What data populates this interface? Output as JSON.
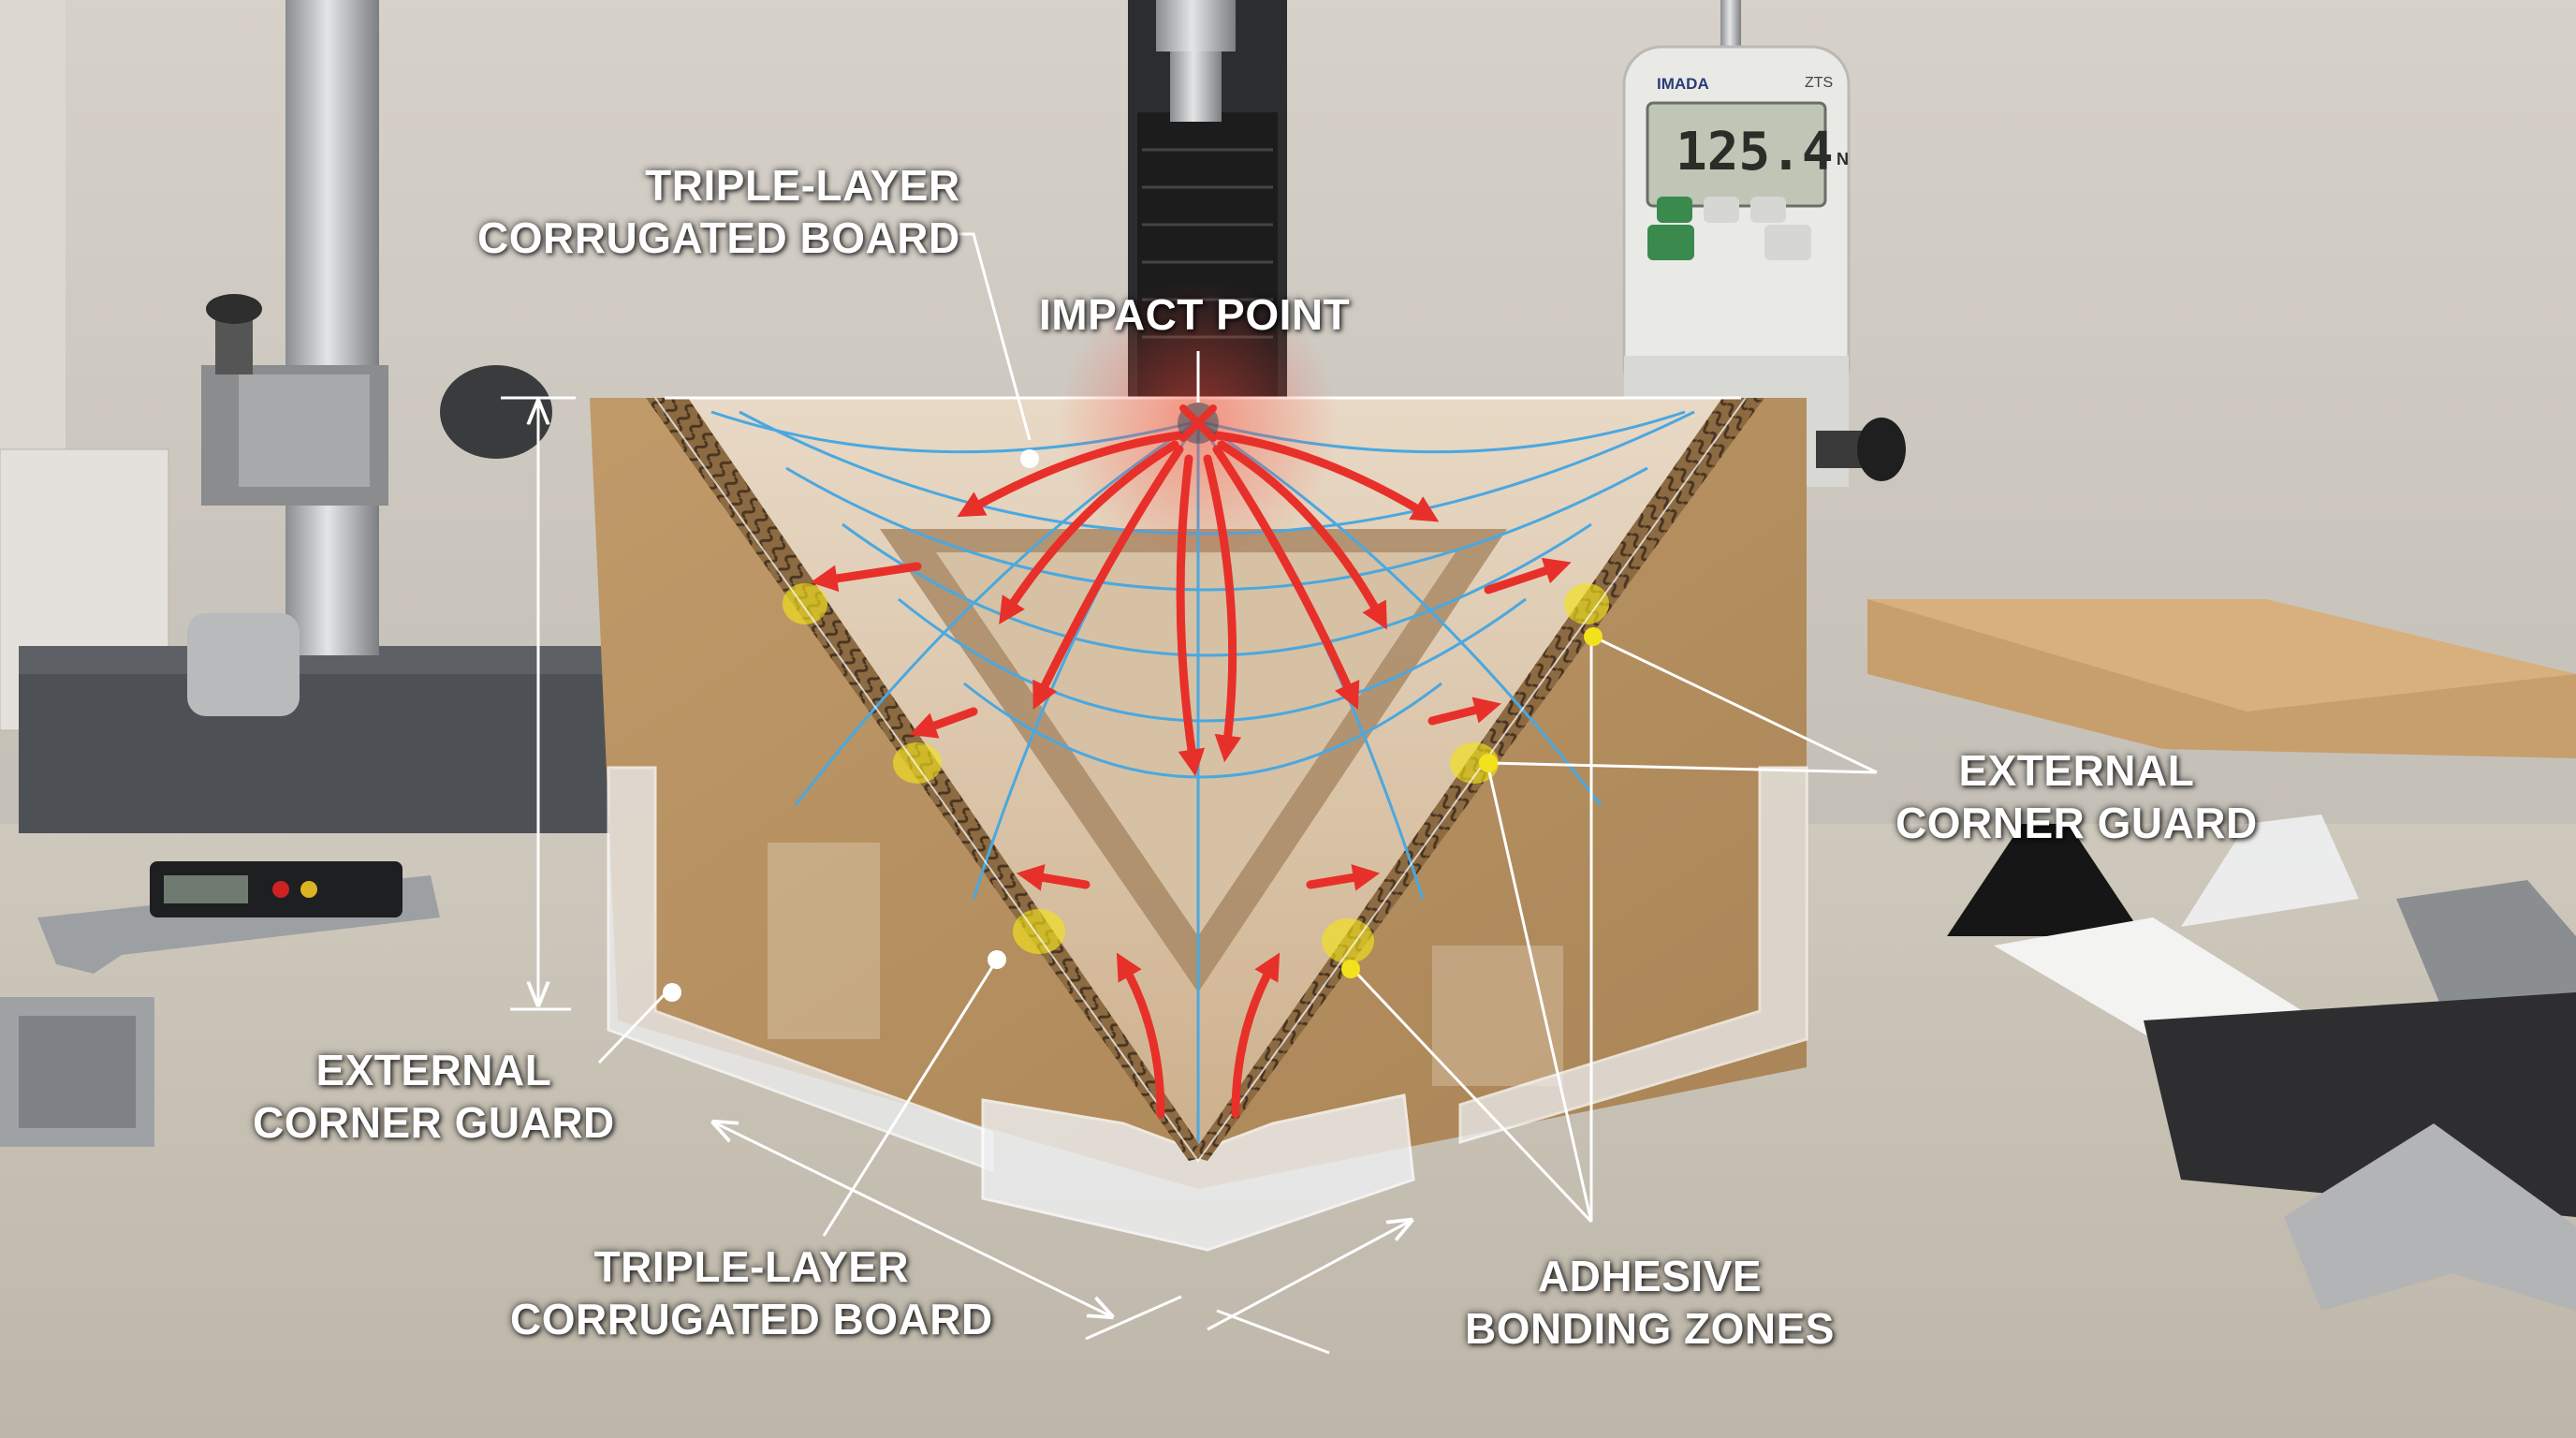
{
  "gauge": {
    "reading": "125.4",
    "unit": "N",
    "brand": "IMADA",
    "model": "ZTS"
  },
  "labels": {
    "top_board": {
      "line1": "TRIPLE-LAYER",
      "line2": "CORRUGATED BOARD"
    },
    "impact": "IMPACT POINT",
    "right_guard": {
      "line1": "EXTERNAL",
      "line2": "CORNER GUARD"
    },
    "left_guard": {
      "line1": "EXTERNAL",
      "line2": "CORNER GUARD"
    },
    "bottom_board": {
      "line1": "TRIPLE-LAYER",
      "line2": "CORRUGATED BOARD"
    },
    "adhesive": {
      "line1": "ADHESIVE",
      "line2": "BONDING ZONES"
    }
  },
  "colors": {
    "stress_arrows": "#e8302a",
    "stress_lines": "#4aa8e0",
    "adhesive_zones": "#f2e21c",
    "cardboard": "#b08a5a",
    "annotation_lines": "#ffffff"
  }
}
